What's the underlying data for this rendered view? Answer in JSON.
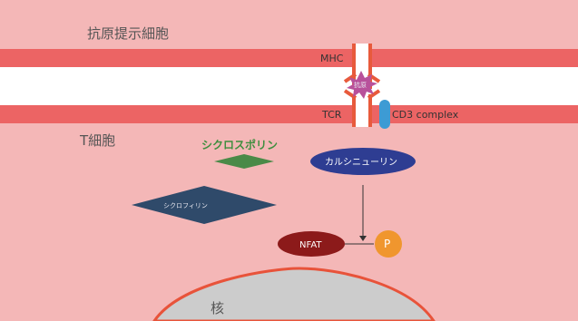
{
  "regions": {
    "apc_label": "抗原提示細胞",
    "tcell_label": "T細胞",
    "nucleus_label": "核"
  },
  "receptors": {
    "mhc_label": "MHC",
    "tcr_label": "TCR",
    "cd3_label": "CD3 complex",
    "antigen_label": "抗原"
  },
  "molecules": {
    "cyclosporin_label": "シクロスポリン",
    "cyclophilin_label": "シクロフィリン",
    "calcineurin_label": "カルシニューリン",
    "nfat_label": "NFAT",
    "phosphate_label": "P"
  },
  "colors": {
    "background": "#f4b7b7",
    "membrane": "#ec6464",
    "gap": "#ffffff",
    "receptor": "#e85a3c",
    "antigen": "#b8519b",
    "cd3": "#3d9bd4",
    "cyclosporin": "#4a8a48",
    "cyclophilin": "#2f4a6a",
    "calcineurin": "#2e3d92",
    "nfat": "#8c1a1a",
    "phosphate": "#f0962e",
    "nucleus": "#cccccc",
    "nucleus_border": "#e8533a"
  }
}
